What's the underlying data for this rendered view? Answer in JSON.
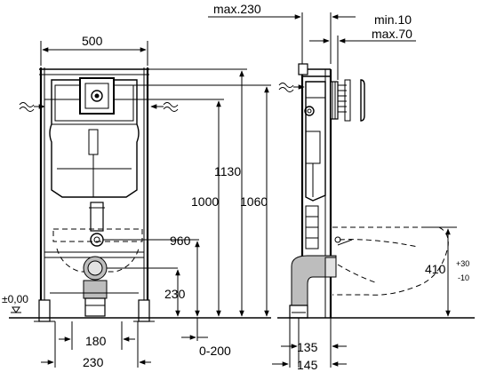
{
  "front_view": {
    "width_label": "500",
    "height_1130": "1130",
    "height_1000": "1000",
    "height_1060": "1060",
    "height_960": "960",
    "height_230": "230",
    "floor_level": "±0,00",
    "spacing_180": "180",
    "spacing_230": "230",
    "range_0_200": "0-200"
  },
  "side_view": {
    "depth_max": "max.230",
    "min_label": "min.10",
    "max_label": "max.70",
    "height_410": "410",
    "tol_plus": "+30",
    "tol_minus": "-10",
    "depth_135": "135",
    "depth_145": "145"
  }
}
